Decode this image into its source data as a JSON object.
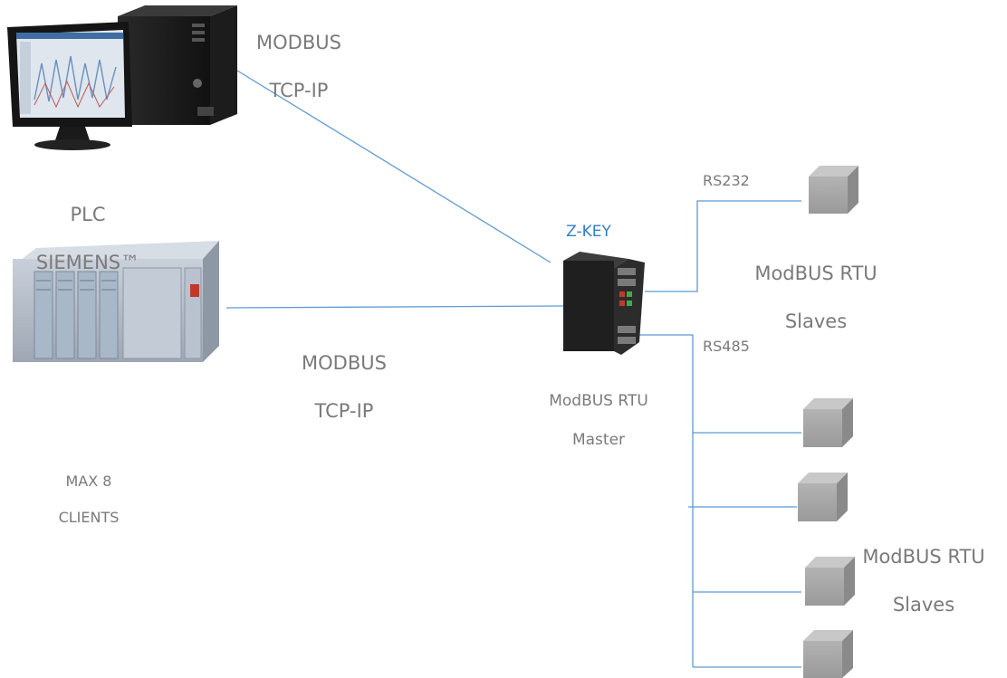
{
  "labels": {
    "pc_protocol_line1": "MODBUS",
    "pc_protocol_line2": "TCP-IP",
    "plc_line1": "PLC",
    "plc_line2": "SIEMENS™",
    "plc_protocol_line1": "MODBUS",
    "plc_protocol_line2": "TCP-IP",
    "clients_line1": "MAX 8",
    "clients_line2": "CLIENTS",
    "device_name": "Z-KEY",
    "master_line1": "ModBUS RTU",
    "master_line2": "Master",
    "rs232": "RS232",
    "rs485": "RS485",
    "slaves_top_line1": "ModBUS RTU",
    "slaves_top_line2": "Slaves",
    "slaves_bottom_line1": "ModBUS RTU",
    "slaves_bottom_line2": "Slaves"
  },
  "colors": {
    "line": "#5b9bd5",
    "text": "#7a7a7a",
    "accent": "#2f7fc6",
    "slave_box": "#a6a6a6"
  },
  "nodes": [
    "pc-workstation",
    "plc-siemens",
    "z-key-module",
    "slave-rs232",
    "slave-rs485-1",
    "slave-rs485-2",
    "slave-rs485-3",
    "slave-rs485-4"
  ]
}
